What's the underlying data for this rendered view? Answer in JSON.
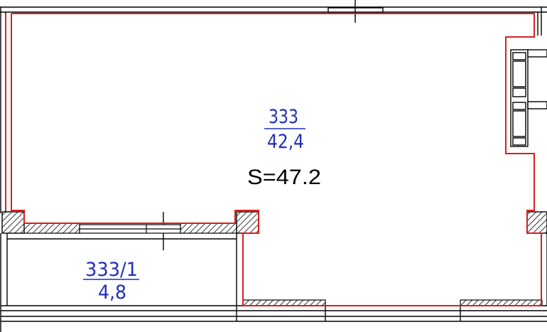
{
  "rooms": {
    "main": {
      "number": "333",
      "area": "42,4"
    },
    "balcony": {
      "number": "333/1",
      "area": "4,8"
    }
  },
  "total_area": "S=47.2",
  "colors": {
    "wall_outline": "#d81f1f",
    "line": "#000000",
    "room_text": "#1f2fb8",
    "background": "#ffffff"
  }
}
